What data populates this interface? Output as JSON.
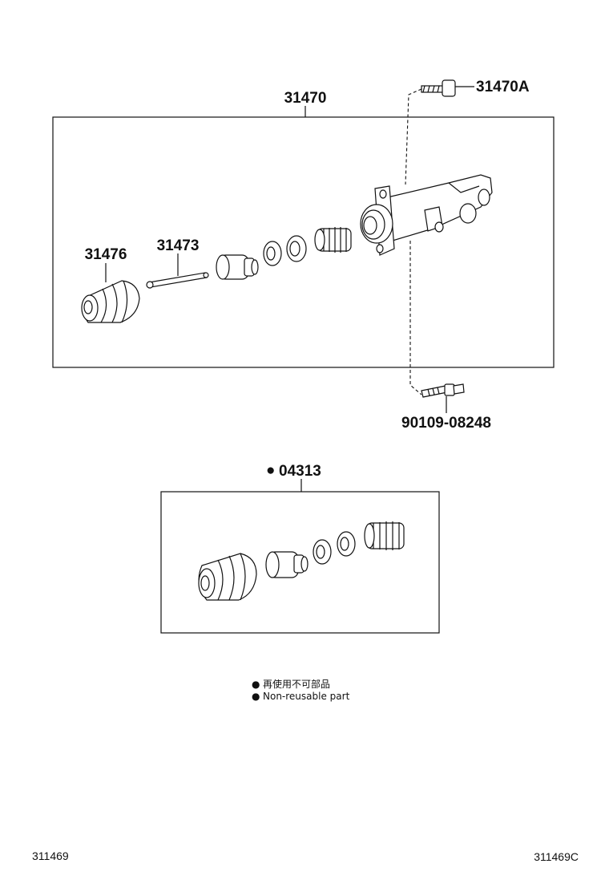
{
  "labels": {
    "assembly": "31470",
    "bolt": "31470A",
    "boot": "31476",
    "push_rod": "31473",
    "bleeder": "90109-08248",
    "kit": "04313",
    "kit_mark": "●"
  },
  "legend": {
    "line1_mark": "●",
    "line1_text": "再使用不可部品",
    "line2_mark": "●",
    "line2_text": "Non-reusable part"
  },
  "footer": {
    "left_code": "311469",
    "right_code": "311469C"
  }
}
